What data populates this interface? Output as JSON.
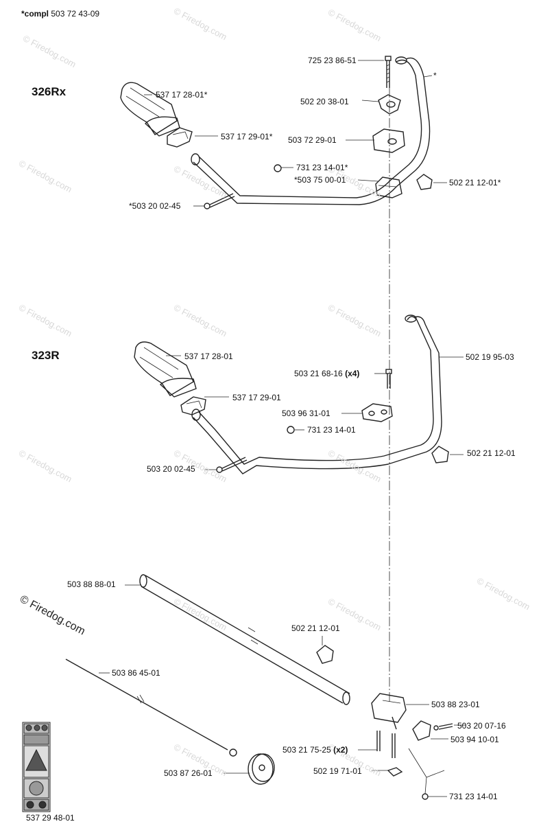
{
  "header": {
    "compl_prefix": "*compl",
    "compl_number": "503 72 43-09"
  },
  "sections": {
    "s1_title": "326Rx",
    "s2_title": "323R"
  },
  "watermark": {
    "text": "© Firedog.com"
  },
  "labels": {
    "l01": "725 23 86-51",
    "l02": "*",
    "l03": "537 17 28-01*",
    "l04": "502 20 38-01",
    "l05": "537 17 29-01*",
    "l06": "503 72 29-01",
    "l07": "731 23 14-01*",
    "l08": "*503 75 00-01",
    "l09": "502 21 12-01*",
    "l10": "*503 20 02-45",
    "l11": "537 17 28-01",
    "l12": "502 19 95-03",
    "l13": "503 21 68-16",
    "l13b": "(x4)",
    "l14": "537 17 29-01",
    "l15": "503 96 31-01",
    "l16": "731 23 14-01",
    "l17": "502 21 12-01",
    "l18": "503 20 02-45",
    "l19": "503 88 88-01",
    "l20": "502 21 12-01",
    "l21": "503 86 45-01",
    "l22": "503 88 23-01",
    "l23": "503 20 07-16",
    "l24": "503 94 10-01",
    "l25": "503 21 75-25",
    "l25b": "(x2)",
    "l26": "502 19 71-01",
    "l27": "503 87 26-01",
    "l28": "731 23 14-01",
    "l29": "537 29 48-01"
  }
}
